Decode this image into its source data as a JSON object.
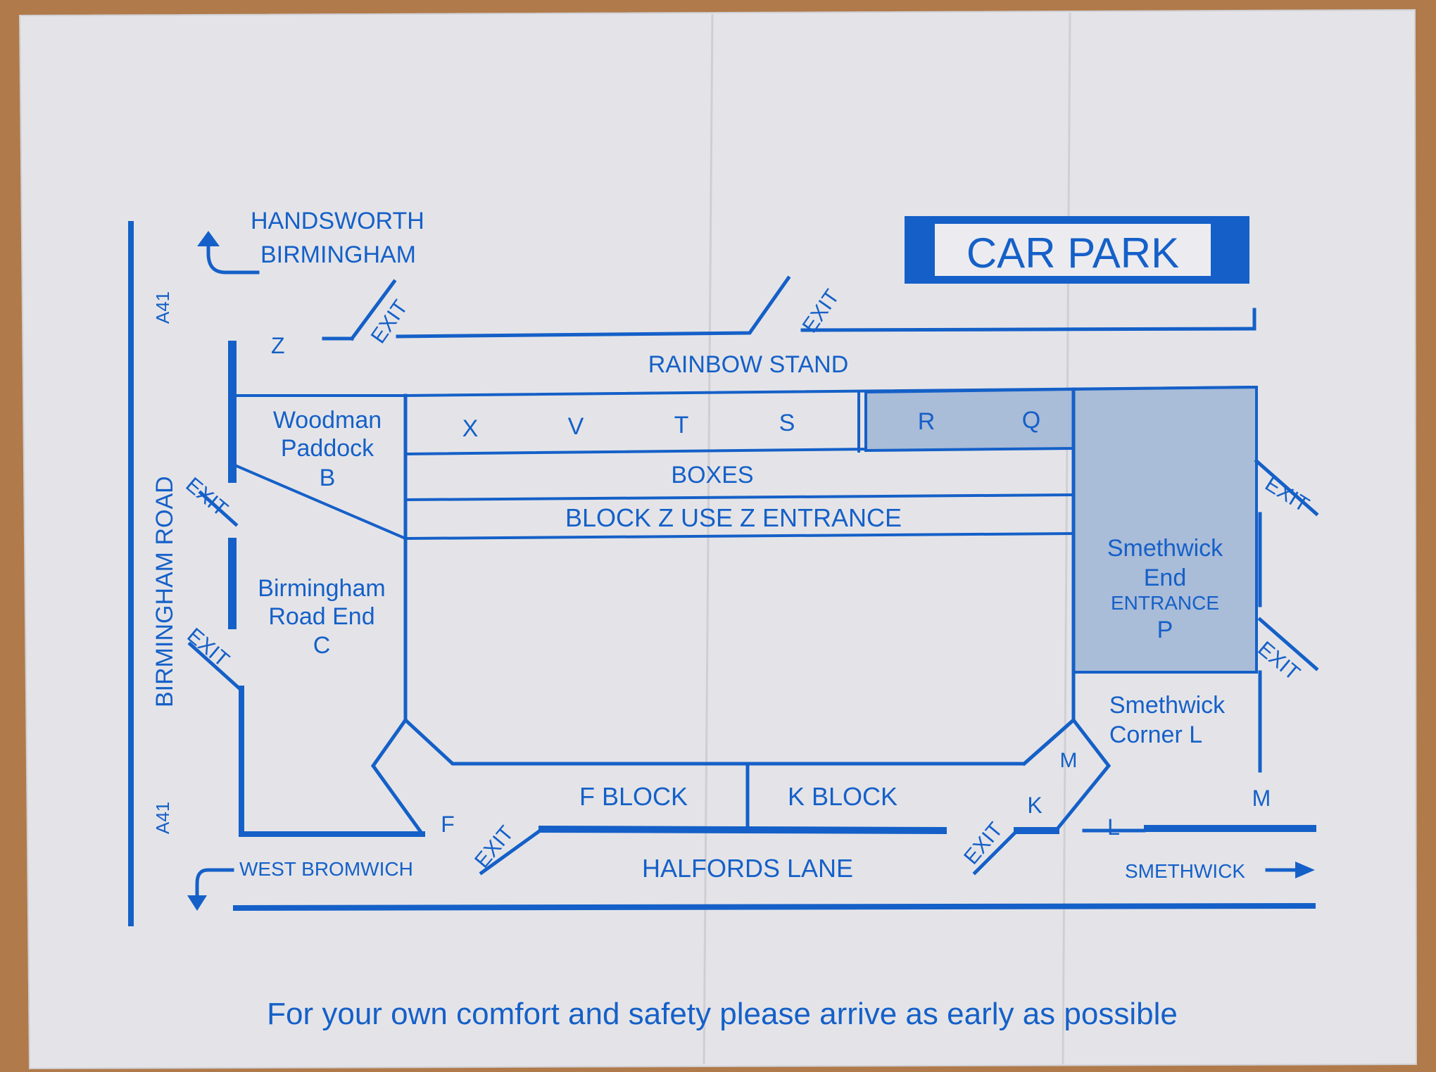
{
  "colors": {
    "ink": "#1560c8",
    "paper": "#e6e6ea",
    "shade": "#a9bcd8",
    "background": "#b07a4a"
  },
  "header": {
    "car_park": "CAR PARK"
  },
  "directions": {
    "north": "HANDSWORTH",
    "north2": "BIRMINGHAM",
    "west": "WEST BROMWICH",
    "east": "SMETHWICK"
  },
  "roads": {
    "a41_top": "A41",
    "a41_bottom": "A41",
    "birmingham_road": "BIRMINGHAM ROAD",
    "halfords_lane": "HALFORDS LANE"
  },
  "stands": {
    "rainbow": "RAINBOW STAND",
    "boxes": "BOXES",
    "block_z": "BLOCK Z USE Z ENTRANCE",
    "woodman": [
      "Woodman",
      "Paddock",
      "B"
    ],
    "birmingham_end": [
      "Birmingham",
      "Road End",
      "C"
    ],
    "smethwick_end": [
      "Smethwick",
      "End",
      "ENTRANCE",
      "P"
    ],
    "smethwick_corner": [
      "Smethwick",
      "Corner L"
    ],
    "f_block": "F BLOCK",
    "k_block": "K BLOCK"
  },
  "sections": [
    "X",
    "V",
    "T",
    "S",
    "R",
    "Q"
  ],
  "markers": {
    "z": "Z",
    "f": "F",
    "k": "K",
    "l": "L",
    "m_corner": "M",
    "m_right": "M"
  },
  "exit_label": "EXIT",
  "footer": "For your own comfort and safety please arrive as early as possible"
}
